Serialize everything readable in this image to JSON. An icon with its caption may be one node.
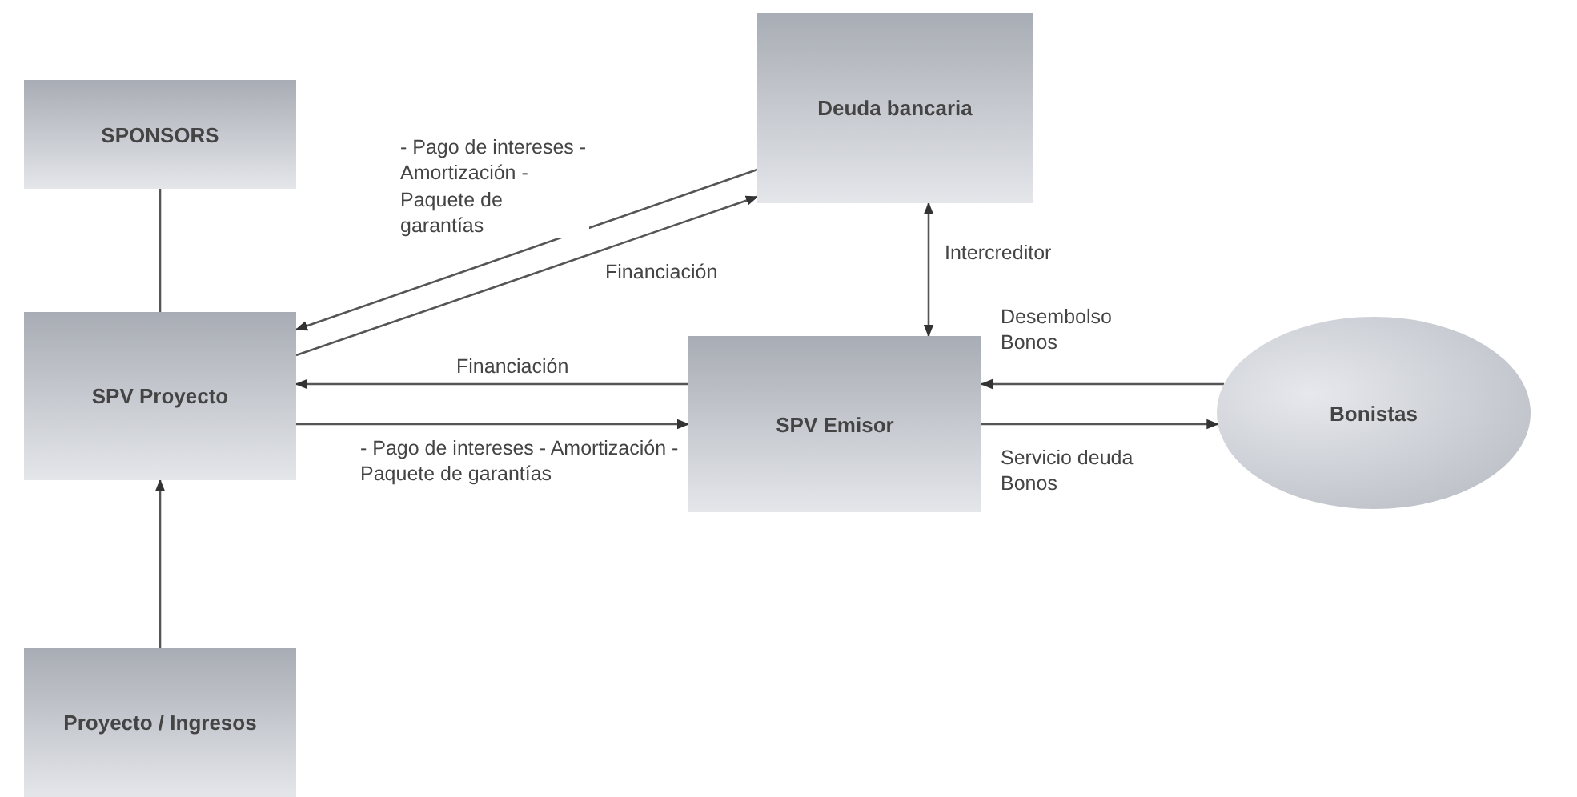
{
  "diagram": {
    "nodes": [
      {
        "text": [
          "SPONSORS"
        ]
      },
      {
        "text": [
          "Deuda bancaria"
        ]
      },
      {
        "text": [
          "SPV Proyecto"
        ]
      },
      {
        "text": [
          "SPV Emisor"
        ]
      },
      {
        "text": [
          "Bonistas"
        ]
      },
      {
        "text": [
          "Proyecto / Ingresos"
        ]
      }
    ],
    "edges": [
      {
        "from": 0,
        "to": 2,
        "arrow": "none"
      },
      {
        "from": 1,
        "to": 2,
        "arrow": "to",
        "label": "- Pago de intereses - Amortización - Paquete de garantías"
      },
      {
        "from": 2,
        "to": 1,
        "arrow": "to",
        "label": "Financiación"
      },
      {
        "from": 1,
        "to": 3,
        "arrow": "both",
        "label": "Intercreditor"
      },
      {
        "from": 3,
        "to": 2,
        "arrow": "to",
        "label": "Financiación"
      },
      {
        "from": 2,
        "to": 3,
        "arrow": "to",
        "label": "- Pago de intereses - Amortización - Paquete de garantías"
      },
      {
        "from": 4,
        "to": 3,
        "arrow": "to",
        "label": "Desembolso Bonos"
      },
      {
        "from": 3,
        "to": 4,
        "arrow": "to",
        "label": "Servicio deuda Bonos"
      },
      {
        "from": 5,
        "to": 2,
        "arrow": "to"
      }
    ]
  }
}
